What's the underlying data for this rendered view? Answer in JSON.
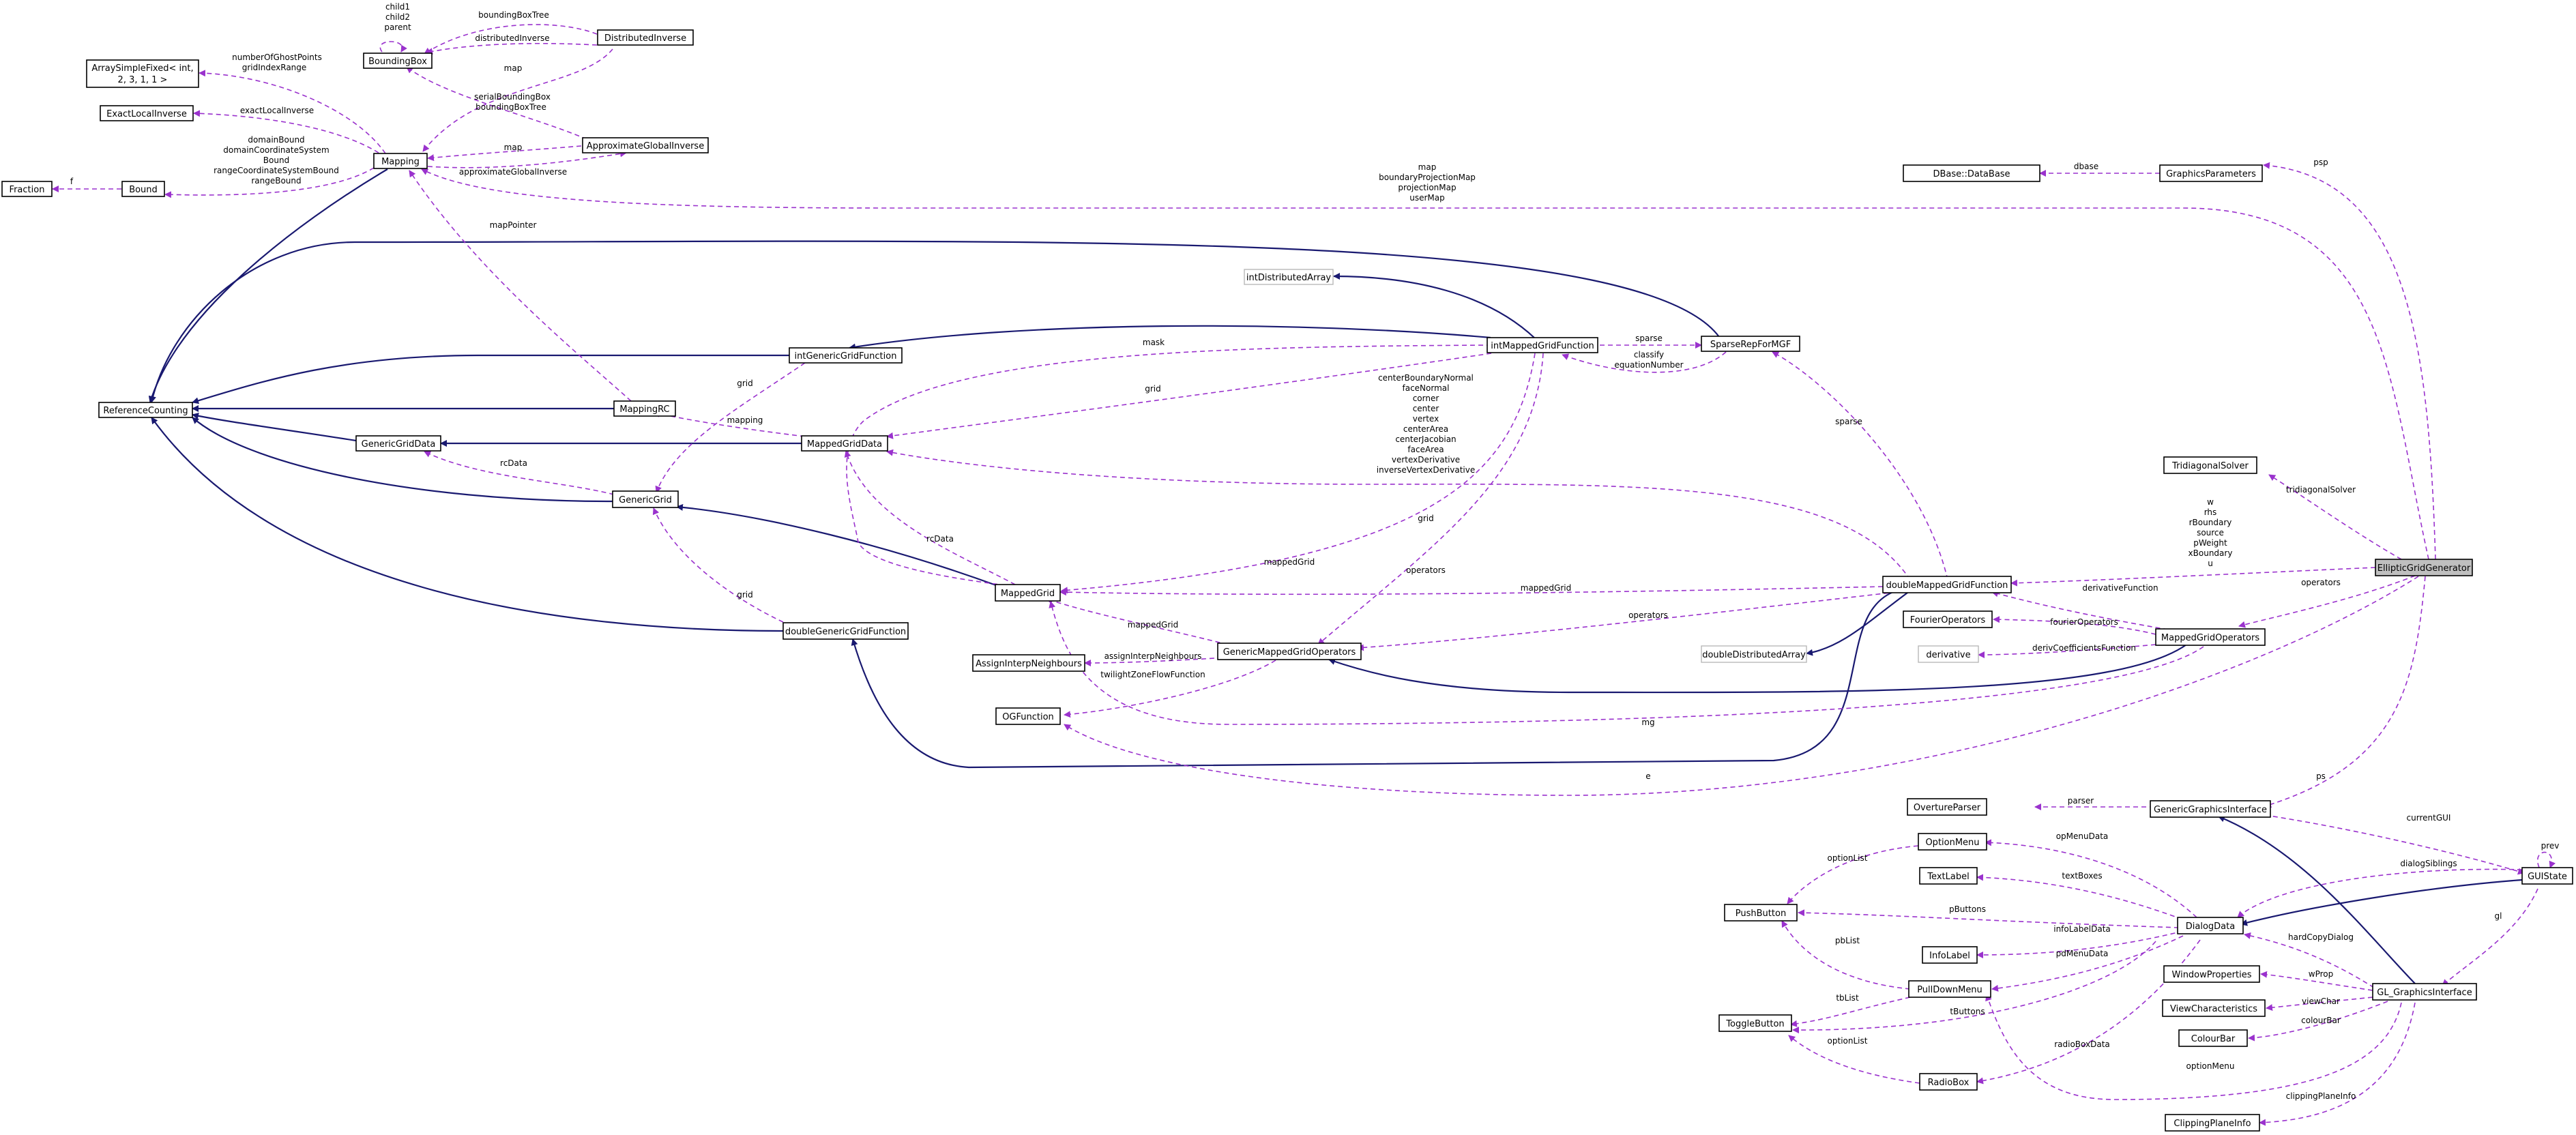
{
  "colors": {
    "inheritance": "#191970",
    "usage": "#9a32cd",
    "focus_fill": "#bfbfbf",
    "grey_border": "#b8b8b8"
  },
  "nodes": [
    {
      "id": "fraction",
      "label": "Fraction",
      "style": "normal"
    },
    {
      "id": "bound",
      "label": "Bound",
      "style": "normal"
    },
    {
      "id": "arraysimplefixed",
      "label": "ArraySimpleFixed< int,",
      "label2": "2, 3, 1, 1 >",
      "style": "normal"
    },
    {
      "id": "exactlocalinverse",
      "label": "ExactLocalInverse",
      "style": "normal"
    },
    {
      "id": "boundingbox",
      "label": "BoundingBox",
      "style": "normal"
    },
    {
      "id": "distributedinverse",
      "label": "DistributedInverse",
      "style": "normal"
    },
    {
      "id": "mapping",
      "label": "Mapping",
      "style": "normal"
    },
    {
      "id": "approximateglobalinverse",
      "label": "ApproximateGlobalInverse",
      "style": "normal"
    },
    {
      "id": "referencecounting",
      "label": "ReferenceCounting",
      "style": "normal"
    },
    {
      "id": "intdistributedarray",
      "label": "intDistributedArray",
      "style": "grey"
    },
    {
      "id": "intgenericgridfunction",
      "label": "intGenericGridFunction",
      "style": "normal"
    },
    {
      "id": "intmappedgridfunction",
      "label": "intMappedGridFunction",
      "style": "normal"
    },
    {
      "id": "sparsereformgf",
      "label": "SparseRepForMGF",
      "style": "normal"
    },
    {
      "id": "mappingrc",
      "label": "MappingRC",
      "style": "normal"
    },
    {
      "id": "genericgriddata",
      "label": "GenericGridData",
      "style": "normal"
    },
    {
      "id": "mappedgriddata",
      "label": "MappedGridData",
      "style": "normal"
    },
    {
      "id": "genericgrid",
      "label": "GenericGrid",
      "style": "normal"
    },
    {
      "id": "dbase",
      "label": "DBase::DataBase",
      "style": "normal"
    },
    {
      "id": "graphicsparameters",
      "label": "GraphicsParameters",
      "style": "normal"
    },
    {
      "id": "tridiagonalsolver",
      "label": "TridiagonalSolver",
      "style": "normal"
    },
    {
      "id": "ellipticgridgenerator",
      "label": "EllipticGridGenerator",
      "style": "focus"
    },
    {
      "id": "mappedgrid",
      "label": "MappedGrid",
      "style": "normal"
    },
    {
      "id": "doublemappedgridfunction",
      "label": "doubleMappedGridFunction",
      "style": "normal"
    },
    {
      "id": "doublegenericgridfunction",
      "label": "doubleGenericGridFunction",
      "style": "normal"
    },
    {
      "id": "assigninterpneighbours",
      "label": "AssignInterpNeighbours",
      "style": "normal"
    },
    {
      "id": "genericmappedgridoperators",
      "label": "GenericMappedGridOperators",
      "style": "normal"
    },
    {
      "id": "fourieroperators",
      "label": "FourierOperators",
      "style": "normal"
    },
    {
      "id": "mappedgridoperators",
      "label": "MappedGridOperators",
      "style": "normal"
    },
    {
      "id": "doubledistributedarray",
      "label": "doubleDistributedArray",
      "style": "grey"
    },
    {
      "id": "derivative",
      "label": "derivative",
      "style": "grey"
    },
    {
      "id": "ogfunction",
      "label": "OGFunction",
      "style": "normal"
    },
    {
      "id": "overtureparser",
      "label": "OvertureParser",
      "style": "normal"
    },
    {
      "id": "genericgraphicsinterface",
      "label": "GenericGraphicsInterface",
      "style": "normal"
    },
    {
      "id": "optionmenu",
      "label": "OptionMenu",
      "style": "normal"
    },
    {
      "id": "textlabel",
      "label": "TextLabel",
      "style": "normal"
    },
    {
      "id": "pushbutton",
      "label": "PushButton",
      "style": "normal"
    },
    {
      "id": "dialogdata",
      "label": "DialogData",
      "style": "normal"
    },
    {
      "id": "guistate",
      "label": "GUIState",
      "style": "normal"
    },
    {
      "id": "infolabel",
      "label": "InfoLabel",
      "style": "normal"
    },
    {
      "id": "pulldownmenu",
      "label": "PullDownMenu",
      "style": "normal"
    },
    {
      "id": "windowproperties",
      "label": "WindowProperties",
      "style": "normal"
    },
    {
      "id": "gl_graphicsinterface",
      "label": "GL_GraphicsInterface",
      "style": "normal"
    },
    {
      "id": "viewcharacteristics",
      "label": "ViewCharacteristics",
      "style": "normal"
    },
    {
      "id": "togglebutton",
      "label": "ToggleButton",
      "style": "normal"
    },
    {
      "id": "colourbar",
      "label": "ColourBar",
      "style": "normal"
    },
    {
      "id": "radiobox",
      "label": "RadioBox",
      "style": "normal"
    },
    {
      "id": "clippingplaneinfo",
      "label": "ClippingPlaneInfo",
      "style": "normal"
    }
  ],
  "edge_labels": {
    "children": [
      "child1",
      "child2",
      "parent"
    ],
    "boundingboxtree": "boundingBoxTree",
    "distributedinverse": "distributedInverse",
    "map1": "map",
    "numberofghostpoints": [
      "numberOfGhostPoints",
      "gridIndexRange"
    ],
    "exactlocalinverse": "exactLocalInverse",
    "serialbbox": [
      "serialBoundingBox",
      "boundingBoxTree"
    ],
    "domainbound": [
      "domainBound",
      "domainCoordinateSystem",
      "Bound",
      "rangeCoordinateSystemBound",
      "rangeBound"
    ],
    "map2": "map",
    "approxglobalinverse": "approximateGlobalInverse",
    "f": "f",
    "mapstack": [
      "map",
      "boundaryProjectionMap",
      "projectionMap",
      "userMap"
    ],
    "dbase": "dbase",
    "psp": "psp",
    "mappointer": "mapPointer",
    "mask": "mask",
    "sparse1": "sparse",
    "classify": [
      "classify",
      "equationNumber"
    ],
    "grid1": "grid",
    "grid2": "grid",
    "mapping": "mapping",
    "rcdata1": "rcData",
    "centerstack": [
      "centerBoundaryNormal",
      "faceNormal",
      "corner",
      "center",
      "vertex",
      "centerArea",
      "centerJacobian",
      "faceArea",
      "vertexDerivative",
      "inverseVertexDerivative"
    ],
    "sparse2": "sparse",
    "tridiagonalsolver": "tridiagonalSolver",
    "grid3": "grid",
    "rcdata2": "rcData",
    "wstack": [
      "w",
      "rhs",
      "rBoundary",
      "source",
      "pWeight",
      "xBoundary",
      "u"
    ],
    "mappedgrid1": "mappedGrid",
    "mappedgrid2": "mappedGrid",
    "operators1": "operators",
    "operators2": "operators",
    "operators3": "operators",
    "derivativefunction": "derivativeFunction",
    "mappedgrid3": "mappedGrid",
    "assigninterp": "assignInterpNeighbours",
    "twilightzone": "twilightZoneFlowFunction",
    "fourieroperators": "fourierOperators",
    "derivcoeff": "derivCoefficientsFunction",
    "grid4": "grid",
    "mg": "mg",
    "e": "e",
    "ps": "ps",
    "parser": "parser",
    "currentgui": "currentGUI",
    "prev": "prev",
    "dialogsiblings": "dialogSiblings",
    "opmenudata": "opMenuData",
    "optionlist1": "optionList",
    "textboxes": "textBoxes",
    "pbuttons": "pButtons",
    "gl": "gl",
    "infolabeldata": "infoLabelData",
    "pblist": "pbList",
    "pdmenudata": "pdMenuData",
    "hardcopydialog": "hardCopyDialog",
    "wprop": "wProp",
    "tblist": "tbList",
    "viewchar": "viewChar",
    "tbuttons": "tButtons",
    "colourbar": "colourBar",
    "optionlist2": "optionList",
    "radioboxdata": "radioBoxData",
    "optionmenu": "optionMenu",
    "clippingplaneinfo": "clippingPlaneInfo"
  }
}
